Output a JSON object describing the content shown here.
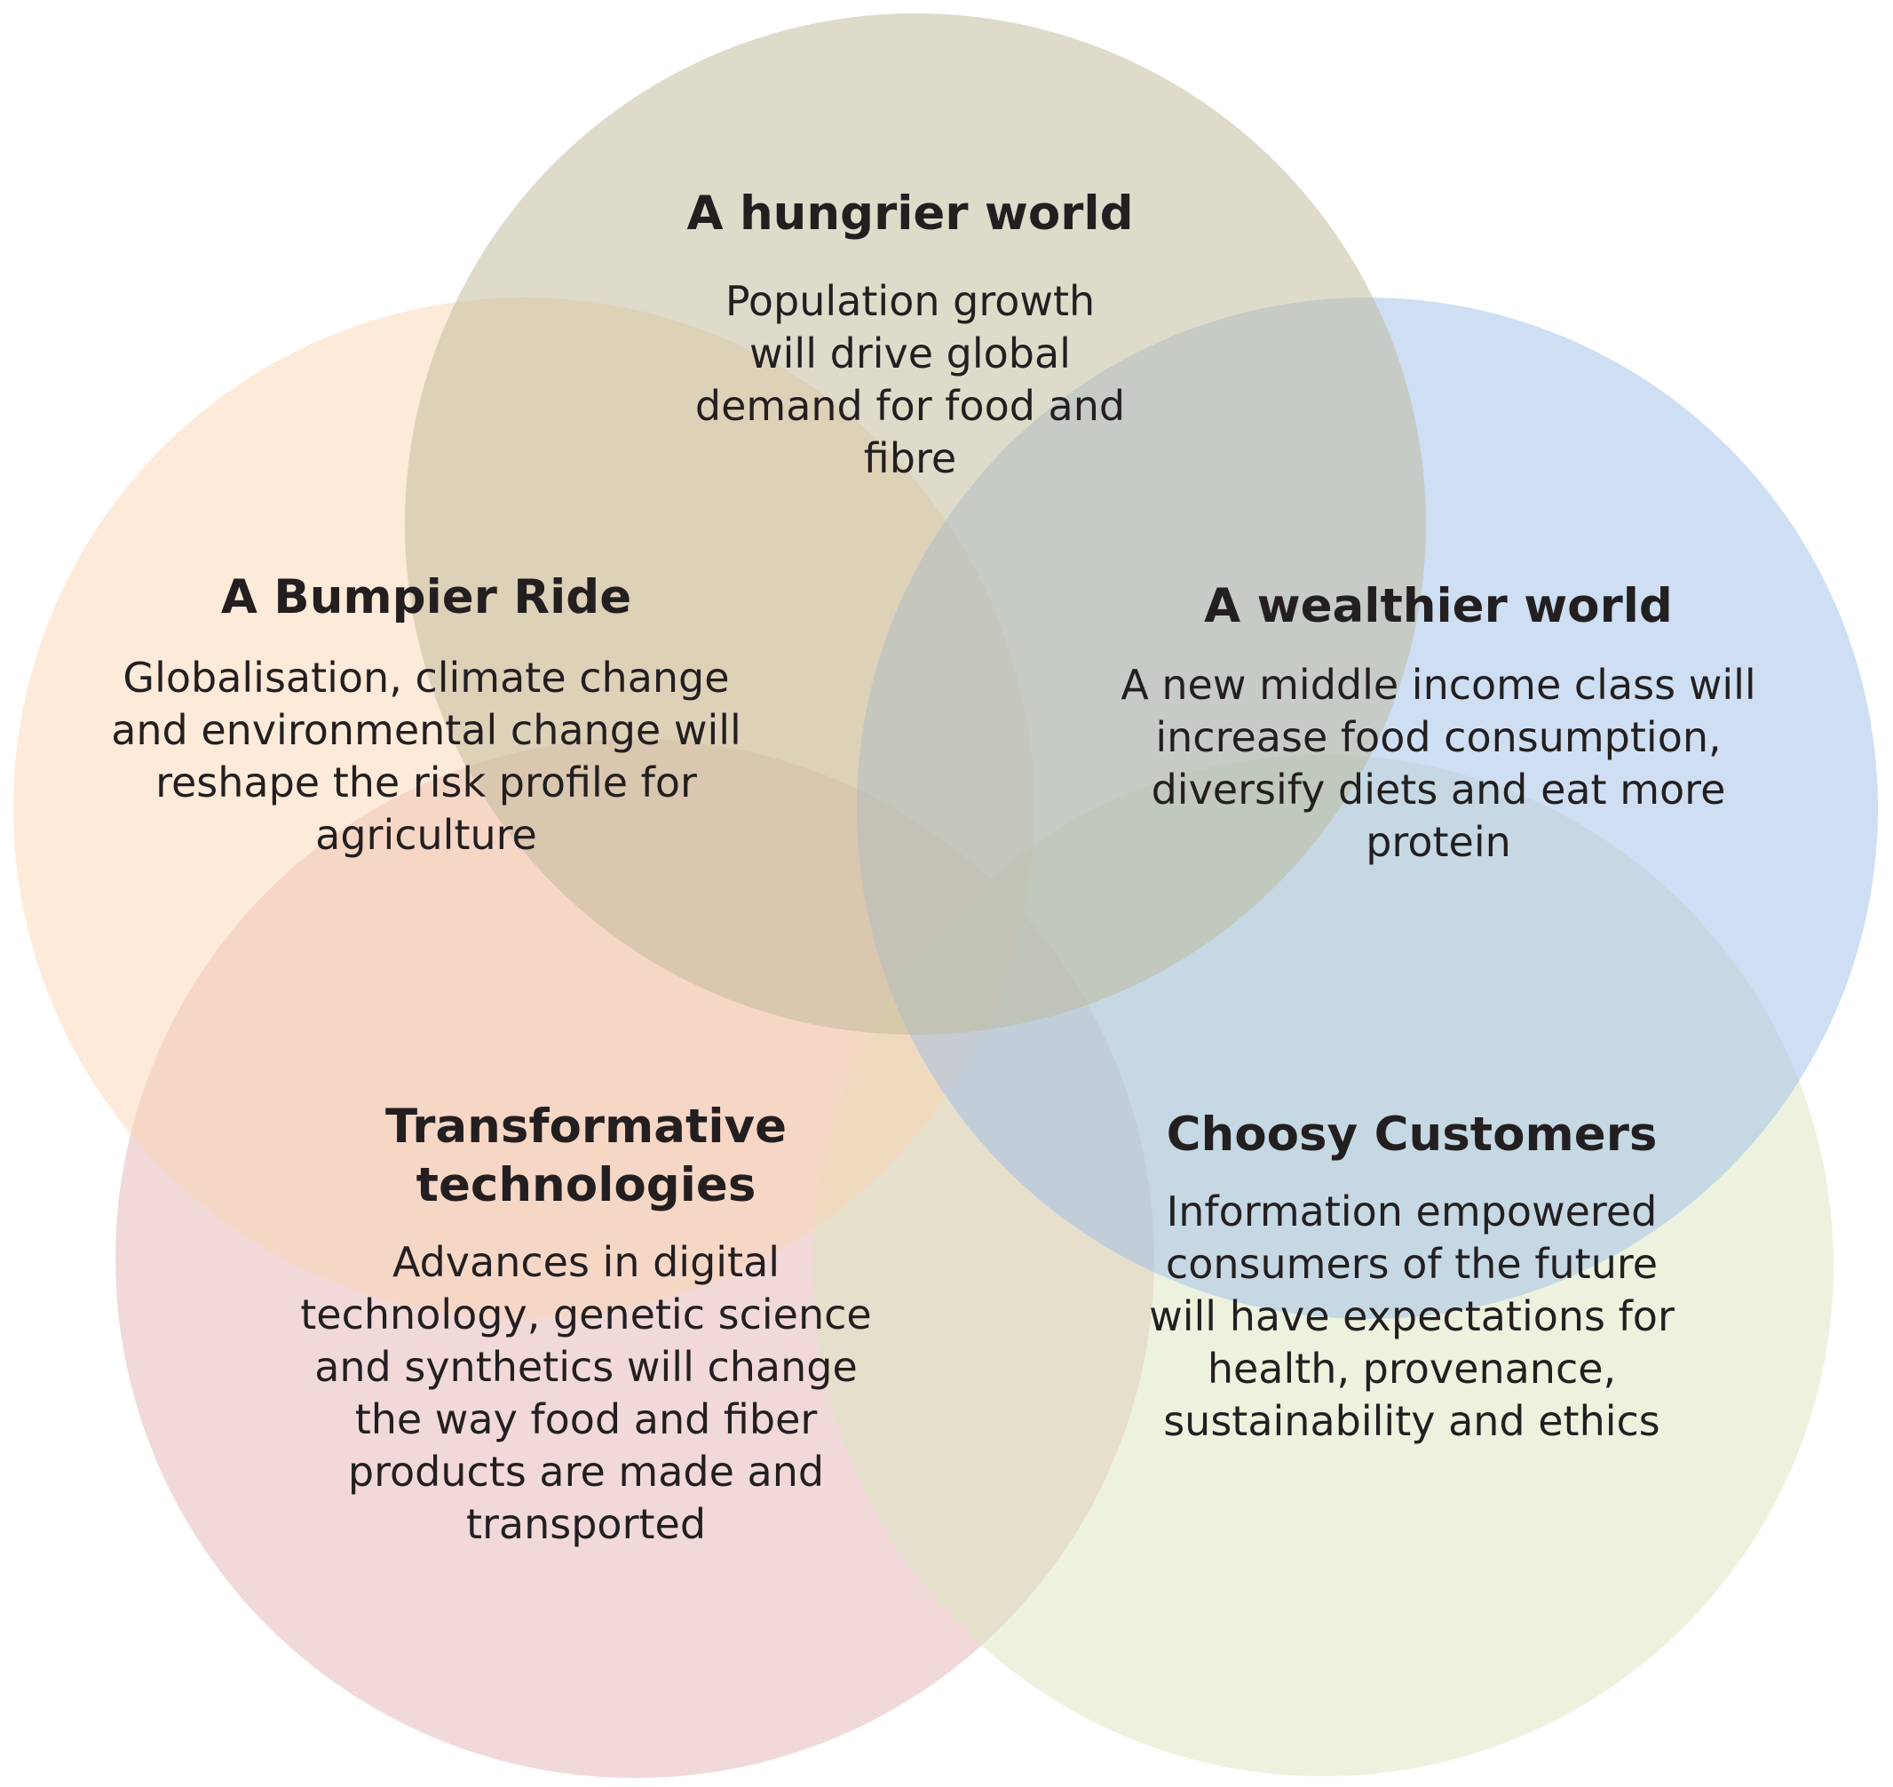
{
  "colors": {
    "hungrier": "#bdb897",
    "bumpier": "#fbd6b2",
    "wealthier": "#9ebde7",
    "transformative": "#e3b3b5",
    "choosy": "#d9e5bd"
  },
  "sets": {
    "hungrier": {
      "title": "A hungrier world",
      "description": "Population growth will drive global demand for food and fibre"
    },
    "bumpier": {
      "title": "A Bumpier Ride",
      "description": "Globalisation, climate change and environmental change will reshape the risk profile for agriculture"
    },
    "wealthier": {
      "title": "A wealthier world",
      "description": "A new middle income class will increase food consumption, diversify  diets and eat more protein"
    },
    "transformative": {
      "title": "Transformative technologies",
      "description": "Advances in digital technology, genetic science and synthetics will change the way food and fiber products are made and transported"
    },
    "choosy": {
      "title": "Choosy Customers",
      "description": "Information empowered consumers of the future will have expectations for health, provenance, sustainability and ethics"
    }
  }
}
